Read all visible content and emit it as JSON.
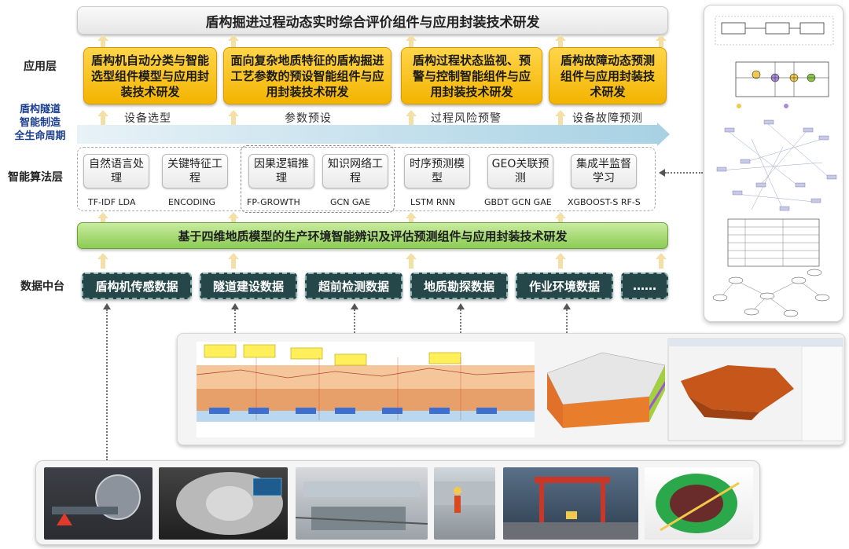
{
  "top_title": "盾构掘进过程动态实时综合评价组件与应用封装技术研发",
  "layers": {
    "application": "应用层",
    "algorithm": "智能算法层",
    "data": "数据中台"
  },
  "lifecycle": [
    "盾构隧道",
    "智能制造",
    "全生命周期"
  ],
  "app_boxes": [
    "盾构机自动分类与智能选型组件模型与应用封装技术研发",
    "面向复杂地质特征的盾构掘进工艺参数的预设智能组件与应用封装技术研发",
    "盾构过程状态监视、预警与控制智能组件与应用封装技术研发",
    "盾构故障动态预测组件与应用封装技术研发"
  ],
  "stages": [
    "设备选型",
    "参数预设",
    "过程风险预警",
    "设备故障预测"
  ],
  "algorithms": [
    {
      "name": "自然语言处理",
      "tag": "TF-IDF  LDA"
    },
    {
      "name": "关键特征工程",
      "tag": "ENCODING"
    },
    {
      "name": "因果逻辑推理",
      "tag": "FP-GROWTH"
    },
    {
      "name": "知识网络工程",
      "tag": "GCN GAE"
    },
    {
      "name": "时序预测模型",
      "tag": "LSTM RNN"
    },
    {
      "name": "GEO关联预测",
      "tag": "GBDT GCN GAE"
    },
    {
      "name": "集成半监督学习",
      "tag": "XGBOOST-S RF-S"
    }
  ],
  "green_banner": "基于四维地质模型的生产环境智能辨识及评估预测组件与应用封装技术研发",
  "data_sources": [
    "盾构机传感数据",
    "隧道建设数据",
    "超前检测数据",
    "地质勘探数据",
    "作业环境数据",
    "……"
  ],
  "colors": {
    "app_yellow": "#f3b400",
    "green": "#8ccc55",
    "data_dark": "#26474a",
    "lifecycle_blue": "#1b3f8f",
    "arrow_blue": "#a8d2e4"
  }
}
